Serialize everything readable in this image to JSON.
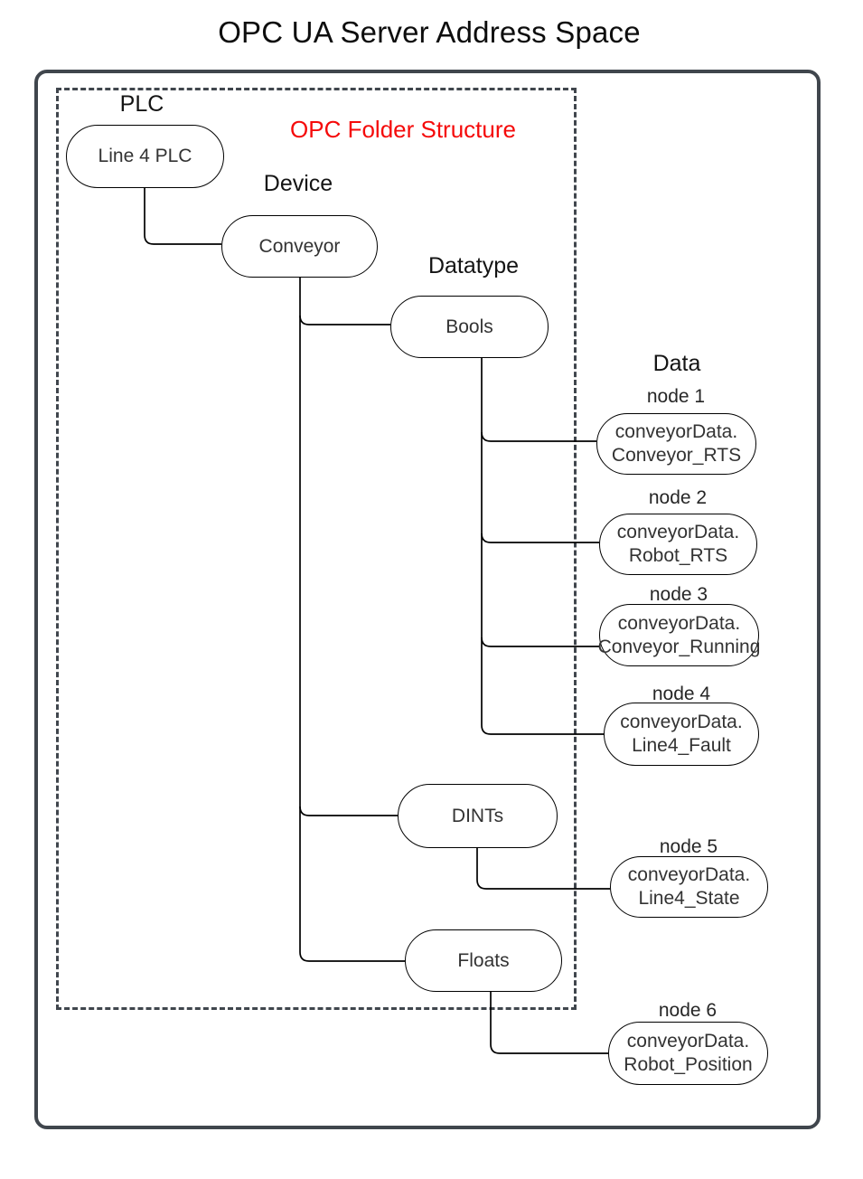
{
  "title": "OPC UA Server Address Space",
  "annotation": {
    "label": "OPC Folder Structure",
    "color": "#f50a0a"
  },
  "level_labels": {
    "plc": "PLC",
    "device": "Device",
    "datatype": "Datatype",
    "data": "Data"
  },
  "folder_nodes": {
    "plc": "Line 4 PLC",
    "device": "Conveyor",
    "bools": "Bools",
    "dints": "DINTs",
    "floats": "Floats"
  },
  "data_nodes": [
    {
      "id": "node 1",
      "line1": "conveyorData.",
      "line2": "Conveyor_RTS"
    },
    {
      "id": "node 2",
      "line1": "conveyorData.",
      "line2": "Robot_RTS"
    },
    {
      "id": "node 3",
      "line1": "conveyorData.",
      "line2": "Conveyor_Running"
    },
    {
      "id": "node 4",
      "line1": "conveyorData.",
      "line2": "Line4_Fault"
    },
    {
      "id": "node 5",
      "line1": "conveyorData.",
      "line2": "Line4_State"
    },
    {
      "id": "node 6",
      "line1": "conveyorData.",
      "line2": "Robot_Position"
    }
  ],
  "colors": {
    "frame": "#40464d",
    "connector": "#000000",
    "node_fill": "#ffffff",
    "text": "#333333"
  }
}
